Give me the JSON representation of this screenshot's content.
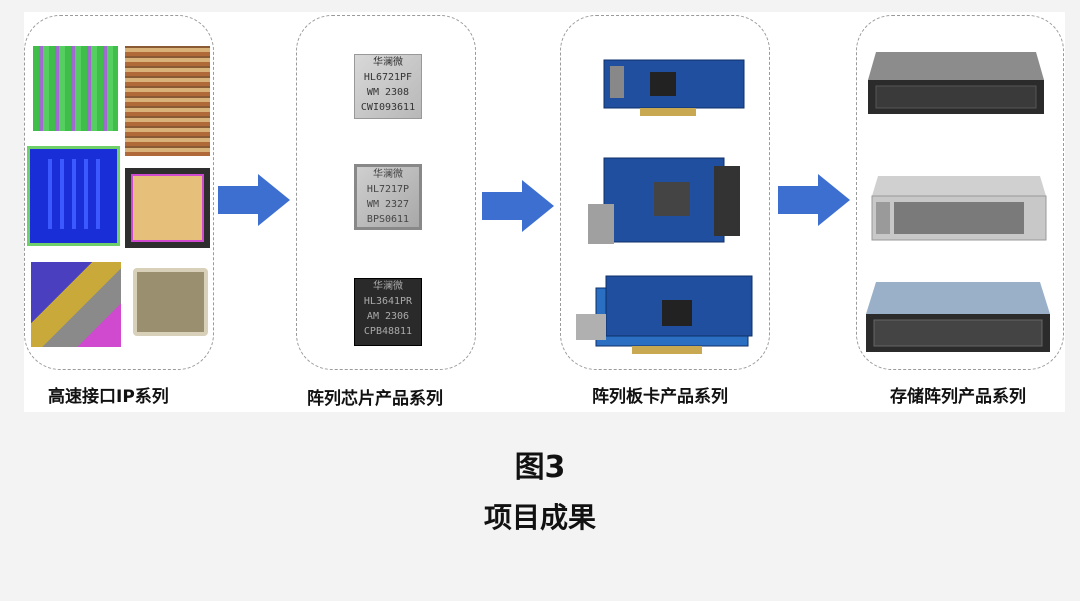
{
  "groups": [
    {
      "label": "高速接口IP系列"
    },
    {
      "label": "阵列芯片产品系列"
    },
    {
      "label": "阵列板卡产品系列"
    },
    {
      "label": "存储阵列产品系列"
    }
  ],
  "chips": [
    {
      "lines": [
        "华澜微",
        "HL6721PF",
        "WM 2308",
        "CWI093611"
      ],
      "style": "silver"
    },
    {
      "lines": [
        "华澜微",
        "HL7217P",
        "WM 2327",
        "BPS0611"
      ],
      "style": "silver"
    },
    {
      "lines": [
        "华澜微",
        "HL3641PR",
        "AM 2306",
        "CPB48811"
      ],
      "style": "black"
    }
  ],
  "figure": {
    "number": "图3",
    "caption": "项目成果"
  },
  "colors": {
    "arrow": "#3d6fd1",
    "border": "#9a9a9a",
    "board_blue": "#1f4f9e"
  }
}
